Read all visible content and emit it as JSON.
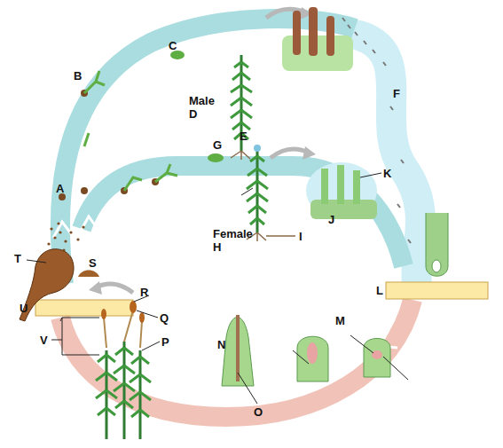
{
  "diagram": {
    "labels": [
      "A",
      "B",
      "C",
      "Male",
      "D",
      "E",
      "F",
      "G",
      "Female",
      "H",
      "I",
      "J",
      "K",
      "L",
      "M",
      "N",
      "O",
      "P",
      "Q",
      "R",
      "S",
      "T",
      "U",
      "V"
    ]
  }
}
